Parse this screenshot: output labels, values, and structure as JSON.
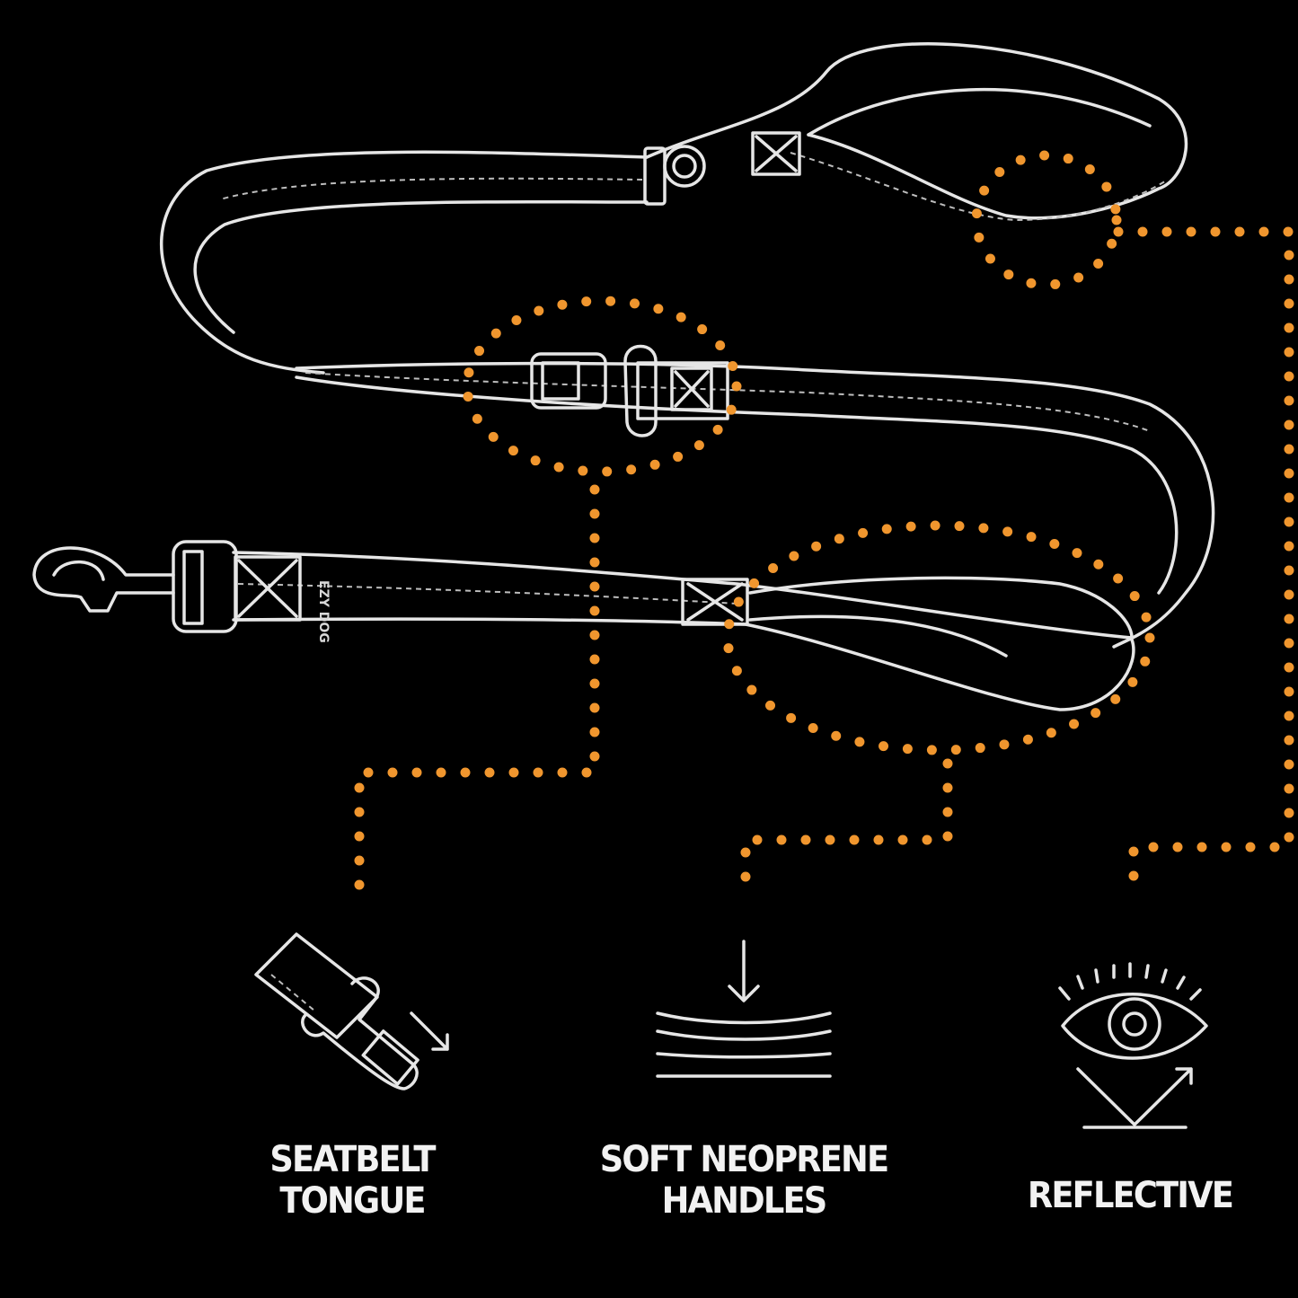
{
  "colors": {
    "background": "#000000",
    "line": "#e6e6e6",
    "accent": "#f0962e"
  },
  "features": [
    {
      "id": "seatbelt",
      "line1": "SEATBELT",
      "line2": "TONGUE",
      "icon": "seatbelt-buckle-icon"
    },
    {
      "id": "neoprene",
      "line1": "SOFT NEOPRENE",
      "line2": "HANDLES",
      "icon": "cushion-pressure-icon"
    },
    {
      "id": "reflective",
      "line1": "REFLECTIVE",
      "line2": "",
      "icon": "eye-reflection-icon"
    }
  ],
  "leash": {
    "tag_text": "EZY DOG"
  }
}
